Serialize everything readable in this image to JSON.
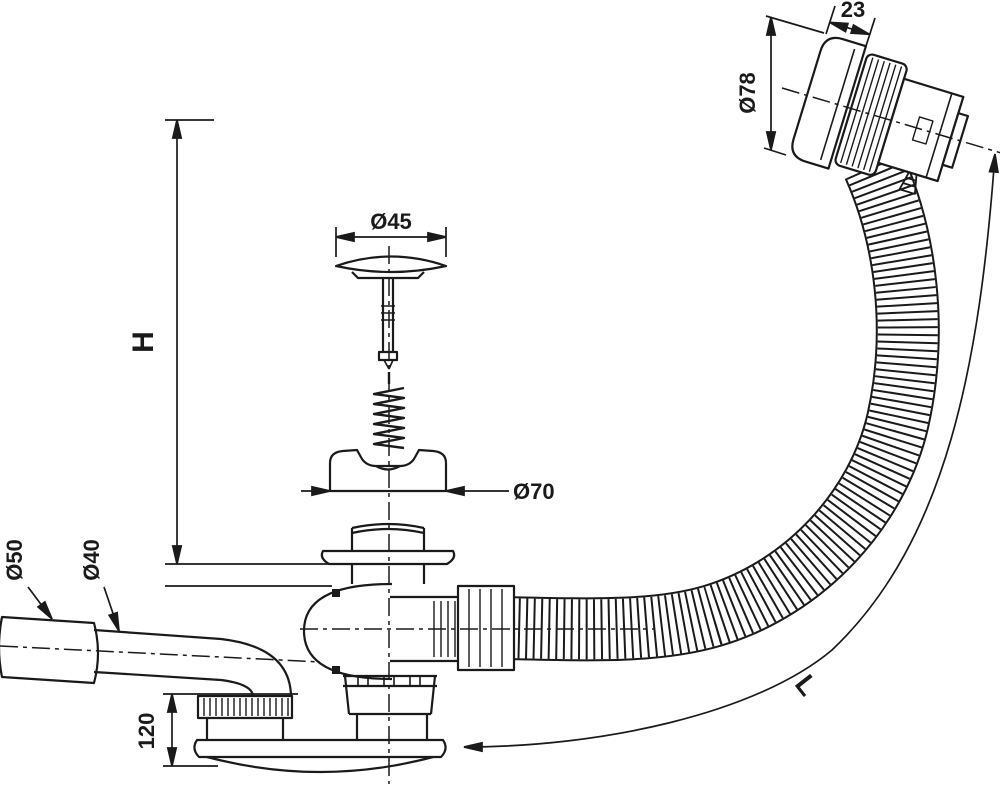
{
  "diagram": {
    "subject": "bath waste, overflow and drain set - technical drawing",
    "background": "#ffffff",
    "line_color": "#1a1a1a",
    "dims": {
      "d23": "23",
      "d78": "Ø78",
      "d45": "Ø45",
      "H": "H",
      "d70": "Ø70",
      "d50": "Ø50",
      "d40": "Ø40",
      "d120": "120",
      "L": "L"
    }
  }
}
